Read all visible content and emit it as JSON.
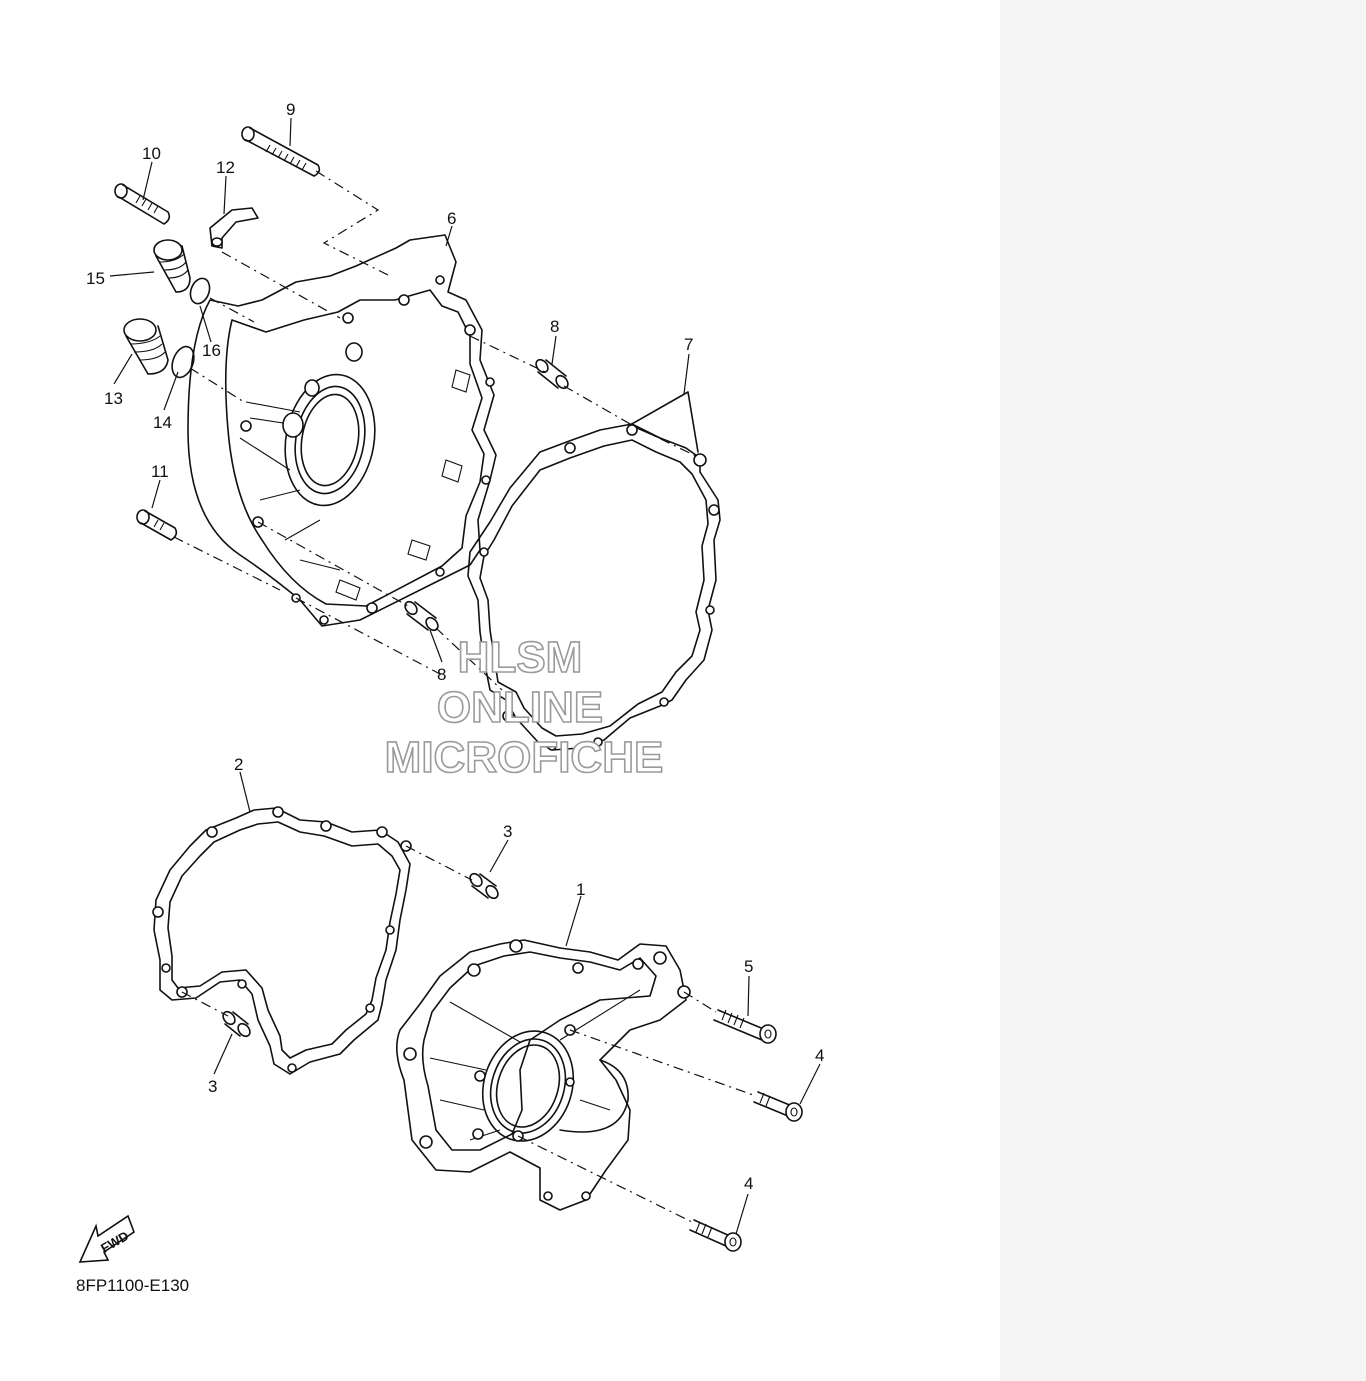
{
  "diagram": {
    "code": "8FP1100-E130",
    "fwd_label": "FWD",
    "watermark": [
      "HLSM",
      "ONLINE",
      "MICROFICHE"
    ],
    "callouts": [
      "1",
      "2",
      "3",
      "3",
      "4",
      "4",
      "5",
      "6",
      "7",
      "8",
      "8",
      "9",
      "10",
      "11",
      "12",
      "13",
      "14",
      "15",
      "16"
    ]
  }
}
